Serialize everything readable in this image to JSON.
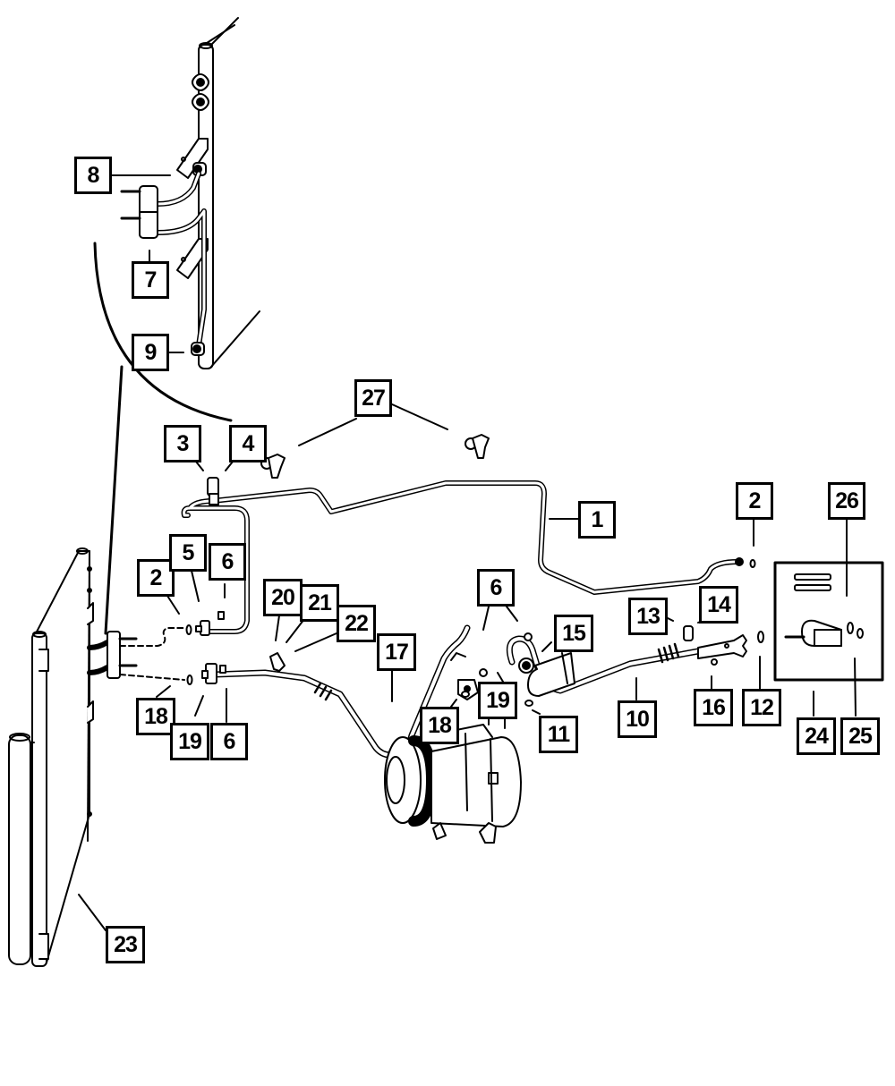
{
  "diagram": {
    "title": "A/C Plumbing Parts Diagram",
    "line_color": "#000000",
    "background": "#ffffff"
  },
  "callouts": {
    "c8": "8",
    "c7": "7",
    "c9": "9",
    "c27": "27",
    "c3": "3",
    "c4": "4",
    "c1": "1",
    "c2_right": "2",
    "c26": "26",
    "c2_left": "2",
    "c5": "5",
    "c6_top_left": "6",
    "c20": "20",
    "c21": "21",
    "c22": "22",
    "c17": "17",
    "c6_center": "6",
    "c15": "15",
    "c13": "13",
    "c14": "14",
    "c19_center": "19",
    "c18_left": "18",
    "c19_left": "19",
    "c6_bottom_left": "6",
    "c18_center": "18",
    "c11": "11",
    "c10": "10",
    "c16": "16",
    "c12": "12",
    "c24": "24",
    "c25": "25",
    "c23": "23"
  },
  "components": [
    {
      "name": "condenser-top-view"
    },
    {
      "name": "condenser-assembly"
    },
    {
      "name": "receiver-drier"
    },
    {
      "name": "suction-line"
    },
    {
      "name": "discharge-line"
    },
    {
      "name": "liquid-line"
    },
    {
      "name": "compressor"
    },
    {
      "name": "expansion-valve-kit"
    }
  ]
}
